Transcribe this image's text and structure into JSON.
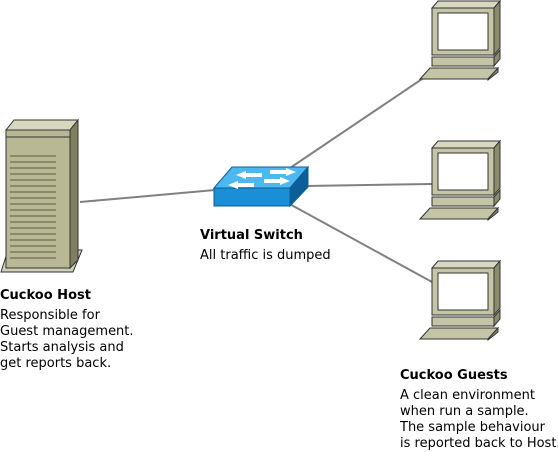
{
  "host": {
    "title": "Cuckoo Host",
    "description": [
      "Responsible for",
      "Guest management.",
      "Starts analysis and",
      "get reports back."
    ]
  },
  "switch": {
    "title": "Virtual Switch",
    "description": [
      "All traffic is dumped"
    ]
  },
  "guests": {
    "title": "Cuckoo Guests",
    "description": [
      "A clean environment",
      "when run a sample.",
      "The sample behaviour",
      "is reported back to Host."
    ]
  },
  "colors": {
    "link": "#808080",
    "server_body": "#b8b894",
    "server_dark": "#7f7f5f",
    "switch_blue": "#1a8fd6",
    "switch_dark": "#0b5f99",
    "monitor_frame": "#c4c4a6",
    "monitor_dark": "#8c8c6c"
  }
}
